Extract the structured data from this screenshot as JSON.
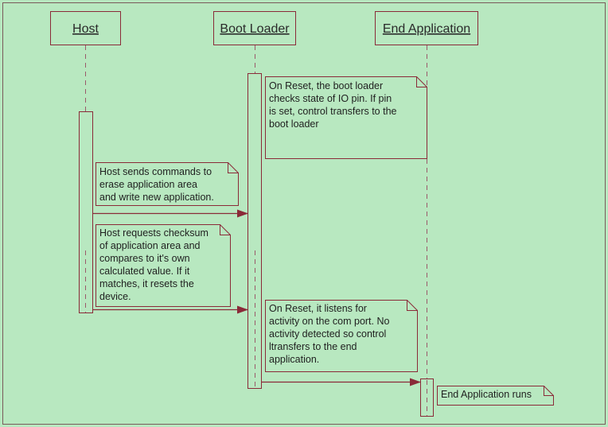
{
  "colors": {
    "background": "#b8e8c0",
    "line": "#8a2a38",
    "lifeline": "#9a5a6a",
    "text": "#1f1f1f"
  },
  "participants": [
    {
      "id": "host",
      "label": "Host"
    },
    {
      "id": "boot-loader",
      "label": "Boot Loader"
    },
    {
      "id": "end-application",
      "label": "End Application"
    }
  ],
  "notes": [
    {
      "id": "reset-check",
      "lines": [
        "On Reset, the boot loader",
        "checks state of IO pin.  If pin",
        "is set, control transfers to the",
        "boot loader"
      ]
    },
    {
      "id": "host-commands",
      "lines": [
        "Host sends commands to",
        "erase application area",
        "and write new application."
      ]
    },
    {
      "id": "host-checksum",
      "lines": [
        "Host requests checksum",
        "of application area and",
        "compares to it's own",
        "calculated value.  If it",
        "matches, it resets the",
        "device."
      ]
    },
    {
      "id": "reset-listen",
      "lines": [
        "On Reset, it listens for",
        "activity on the com port.  No",
        "activity detected so control",
        "ltransfers to the end",
        "application."
      ]
    },
    {
      "id": "app-runs",
      "lines": [
        "End Application runs"
      ]
    }
  ]
}
